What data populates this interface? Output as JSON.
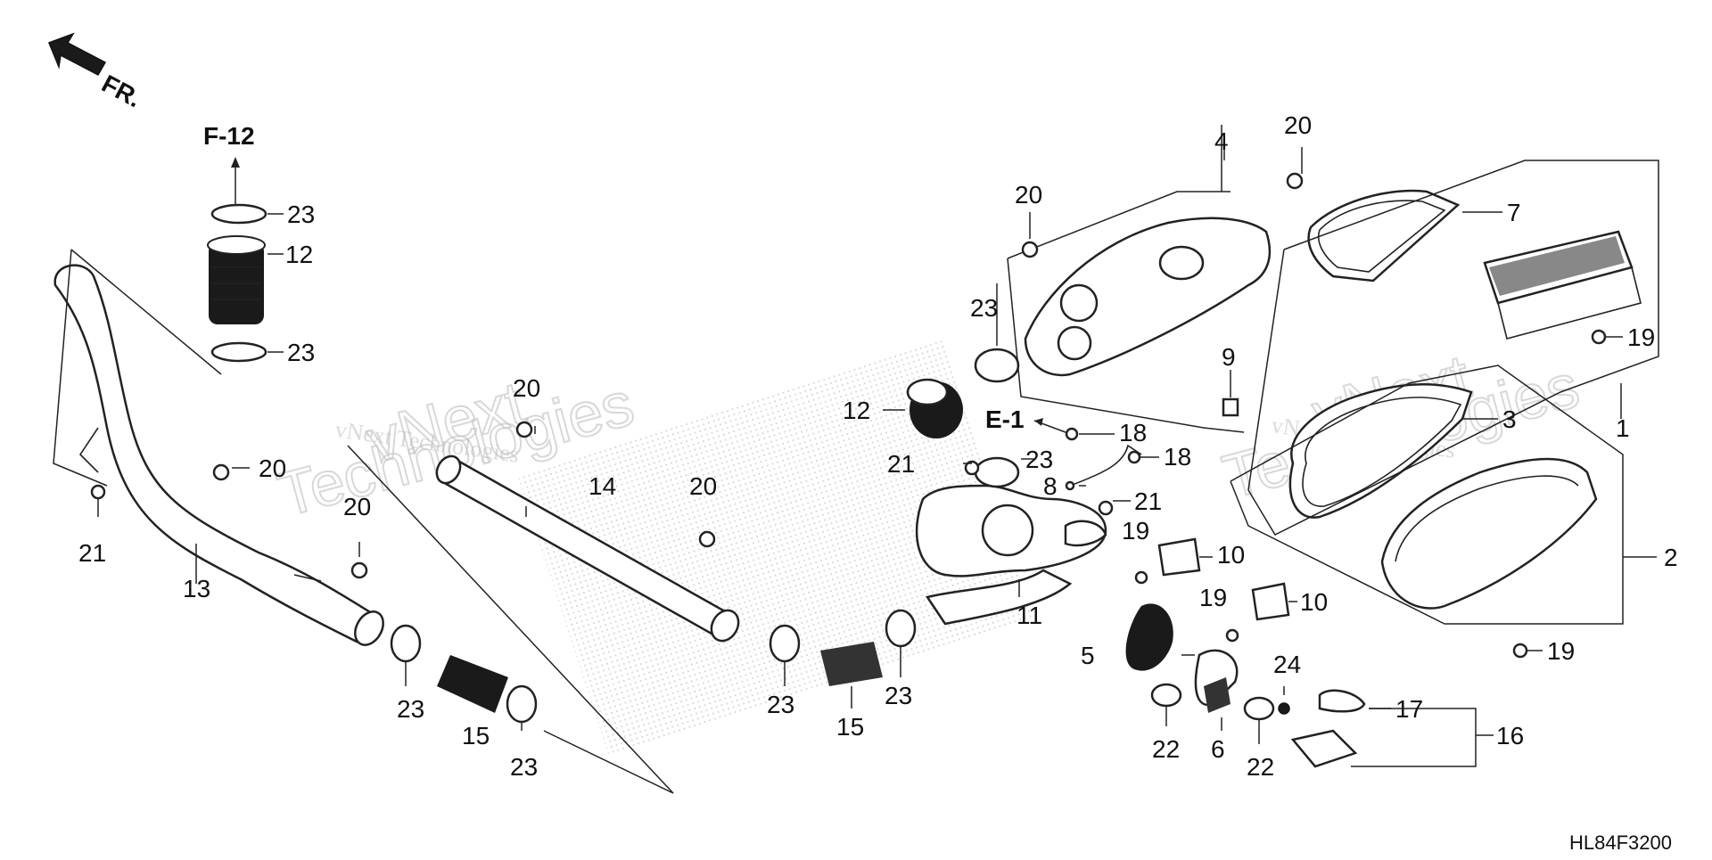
{
  "diagram": {
    "code": "HL84F3200",
    "front_indicator": "FR.",
    "refs": {
      "f12": "F-12",
      "e1": "E-1"
    },
    "watermark": {
      "line1": "vNext",
      "line2": "Technologies",
      "line3": "vNext Technologies"
    },
    "callouts": {
      "c1": "1",
      "c2": "2",
      "c3": "3",
      "c4": "4",
      "c5": "5",
      "c6": "6",
      "c7": "7",
      "c8": "8",
      "c9": "9",
      "c10a": "10",
      "c10b": "10",
      "c11": "11",
      "c12a": "12",
      "c12b": "12",
      "c13": "13",
      "c14": "14",
      "c15a": "15",
      "c15b": "15",
      "c16": "16",
      "c17": "17",
      "c18a": "18",
      "c18b": "18",
      "c19a": "19",
      "c19b": "19",
      "c19c": "19",
      "c19d": "19",
      "c20a": "20",
      "c20b": "20",
      "c20c": "20",
      "c20d": "20",
      "c20e": "20",
      "c20f": "20",
      "c21a": "21",
      "c21b": "21",
      "c21c": "21",
      "c22a": "22",
      "c22b": "22",
      "c23a": "23",
      "c23b": "23",
      "c23c": "23",
      "c23d": "23",
      "c23e": "23",
      "c23f": "23",
      "c23g": "23",
      "c23h": "23",
      "c24": "24"
    }
  }
}
